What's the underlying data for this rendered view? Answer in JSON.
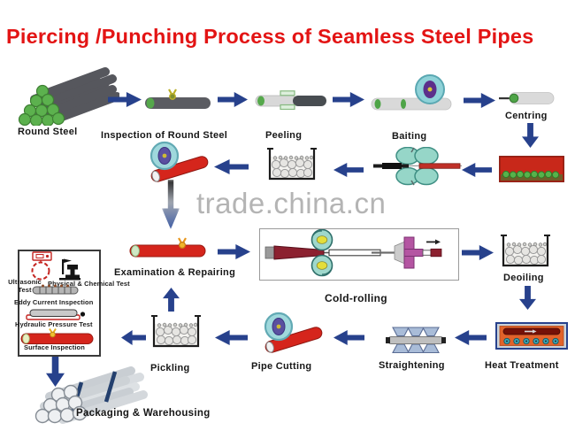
{
  "title": "Piercing /Punching Process of Seamless Steel Pipes",
  "watermark": "trade.china.cn",
  "colors": {
    "title_red": "#e31414",
    "arrow_blue": "#27418c",
    "label_black": "#161616",
    "watermark_gray": "#b4b4b4",
    "hot_pipe_red": "#d5251c",
    "saw_teal": "#9fd8dc",
    "furnace_red": "#c8281a",
    "heat_treatment_orange": "#e2622a",
    "steel_green": "#55a84b"
  },
  "labels": {
    "round_steel": "Round Steel",
    "inspection": "Inspection of Round Steel",
    "peeling": "Peeling",
    "baiting": "Baiting",
    "centring": "Centring",
    "examination": "Examination & Repairing",
    "cold_rolling": "Cold-rolling",
    "deoiling": "Deoiling",
    "heat_treatment": "Heat Treatment",
    "straightening": "Straightening",
    "pipe_cutting": "Pipe Cutting",
    "pickling": "Pickling",
    "packaging": "Packaging & Warehousing"
  },
  "tests": {
    "ultrasonic": "Ultrasonic Test",
    "physical_chemical": "Physical & Chemical Test",
    "eddy_current": "Eddy Current Inspection",
    "hydraulic": "Hydraulic Pressure Test",
    "surface": "Surface Inspection"
  }
}
